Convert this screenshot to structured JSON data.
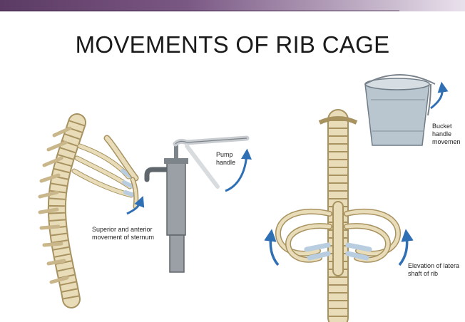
{
  "slide": {
    "title": "MOVEMENTS OF RIB CAGE"
  },
  "labels": {
    "pump_handle": [
      "Pump",
      "handle"
    ],
    "sternum": [
      "Superior and anterior",
      "movement of sternum"
    ],
    "bucket_handle": [
      "Bucket",
      "handle",
      "movemen"
    ],
    "lateral_shaft": [
      "Elevation of latera",
      "shaft of rib"
    ]
  },
  "colors": {
    "bone": "#e9ddb9",
    "bone_edge": "#a89260",
    "cartilage": "#b8cde0",
    "arrow": "#2f6fb3",
    "pump_metal": "#9aa0a6",
    "bucket": "#b9c5cf"
  }
}
